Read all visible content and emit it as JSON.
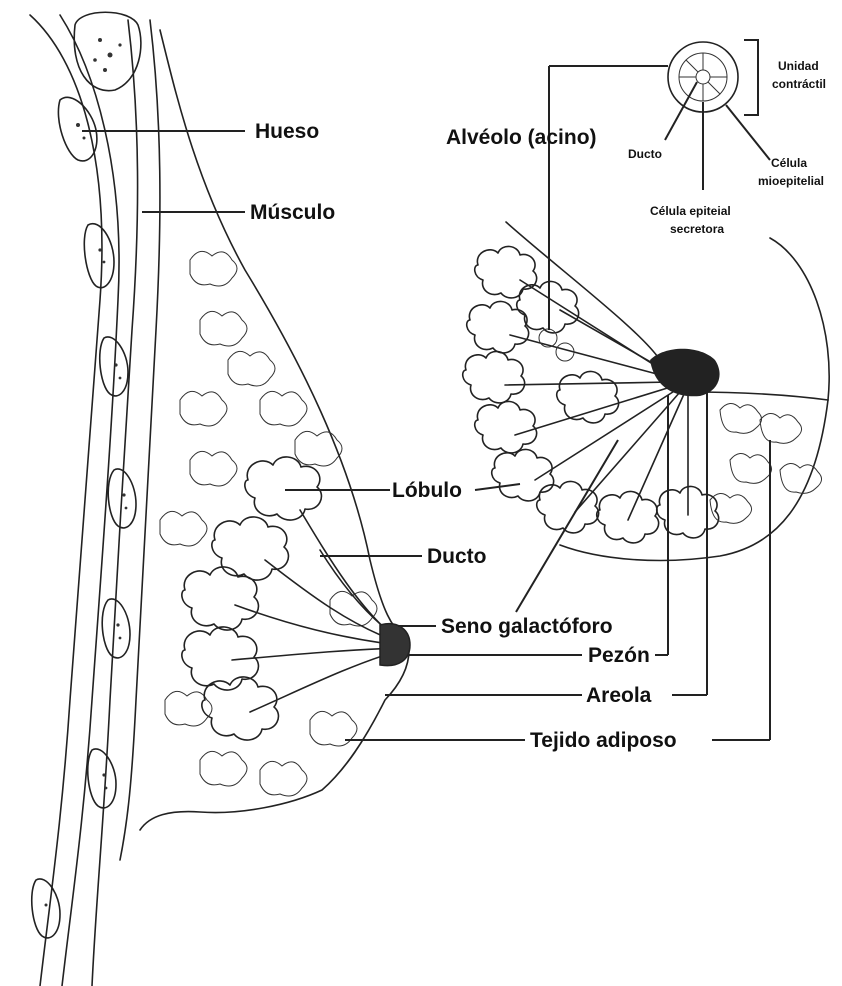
{
  "labels": {
    "hueso": "Hueso",
    "musculo": "Músculo",
    "lobulo": "Lóbulo",
    "ducto": "Ducto",
    "seno": "Seno galactóforo",
    "pezon": "Pezón",
    "areola": "Areola",
    "tejido": "Tejido adiposo",
    "alveolo": "Alvéolo (acino)",
    "unidad_1": "Unidad",
    "unidad_2": "contráctil",
    "ducto_small": "Ducto",
    "celula_mio_1": "Célula",
    "celula_mio_2": "mioepitelial",
    "celula_epi_1": "Célula epiteial",
    "celula_epi_2": "secretora"
  },
  "icons": {
    "main": "breast-cross-section-illustration",
    "inset": "breast-lobule-illustration",
    "alveolus": "alveolus-cross-section-illustration"
  }
}
